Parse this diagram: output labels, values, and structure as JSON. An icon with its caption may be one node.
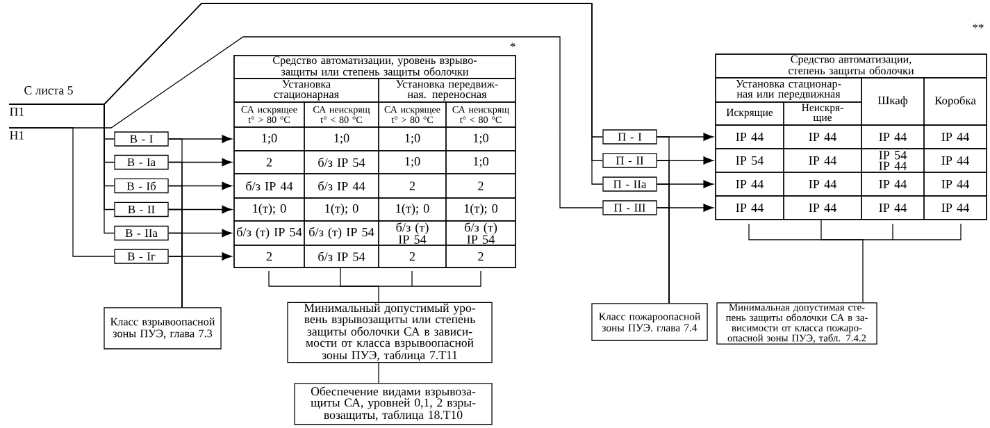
{
  "diagram": {
    "nodes": [
      {
        "text": [
          "П1"
        ]
      },
      {
        "text": [
          "Н1"
        ]
      },
      {
        "text": [
          "В - I"
        ]
      },
      {
        "text": [
          "В - Iа"
        ]
      },
      {
        "text": [
          "В - Iб"
        ]
      },
      {
        "text": [
          "В - II"
        ]
      },
      {
        "text": [
          "В - IIа"
        ]
      },
      {
        "text": [
          "В - Iг"
        ]
      },
      {
        "text": [
          "Средство автоматизации, уровень взрыво- защиты или степень защиты оболочки",
          "Установка стационарная",
          "Установка передвиж- ная. переносная",
          "СА искрящее t° > 80 °С",
          "СА неискрящ t° < 80 °С",
          "СА искрящее t° > 80 °С",
          "СА неискрящ t° < 80 °С",
          "1;0",
          "1;0",
          "1;0",
          "1;0",
          "2",
          "б/з IP 54",
          "1;0",
          "1;0",
          "б/з IP 44",
          "б/з IP 44",
          "2",
          "2",
          "1(т); 0",
          "1(т); 0",
          "1(т); 0",
          "1(т); 0",
          "б/з (т) IP 54",
          "б/з (т) IP 54",
          "б/з (т) IP 54",
          "б/з (т) IP 54",
          "2",
          "б/з IP 54",
          "2",
          "2"
        ]
      },
      {
        "text": [
          "Класс взрывоопасной зоны ПУЭ, глава 7.3"
        ]
      },
      {
        "text": [
          "Минимальный допустимый уро- вень взрывозащиты или степень защиты оболочки СА в зависи- мости от класса взрывоопасной зоны ПУЭ, таблица 7.Т11"
        ]
      },
      {
        "text": [
          "Обеспечение видами взрывоза- щиты СА, уровней 0,1, 2 взры- возащиты, таблица 18.Т10"
        ]
      },
      {
        "text": [
          "П - I"
        ]
      },
      {
        "text": [
          "П - II"
        ]
      },
      {
        "text": [
          "П - IIа"
        ]
      },
      {
        "text": [
          "П - III"
        ]
      },
      {
        "text": [
          "Средство автоматизации, степень защиты оболочки",
          "Установка стационар- ная или передвижная",
          "Шкаф",
          "Коробка",
          "Искрящие",
          "Неискря- щие",
          "IP 44",
          "IP 44",
          "IP 44",
          "IP 44",
          "IP 54",
          "IP 44",
          "IP 54 IP 44",
          "IP 44",
          "IP 44",
          "IP 44",
          "IP 44",
          "IP 44",
          "IP 44",
          "IP 44",
          "IP 44",
          "IP 44"
        ]
      },
      {
        "text": [
          "Класс пожароопасной зоны ПУЭ. глава 7.4"
        ]
      },
      {
        "text": [
          "Минимальная допустимая сте- пень защиты оболочки СА в за- висимости от класса пожаро- опасной зоны ПУЭ, табл. 7.4.2"
        ]
      }
    ],
    "edges": [
      {
        "from": 0,
        "to": 2,
        "arrow": "none"
      },
      {
        "from": 0,
        "to": 3,
        "arrow": "none"
      },
      {
        "from": 0,
        "to": 4,
        "arrow": "none"
      },
      {
        "from": 0,
        "to": 5,
        "arrow": "none"
      },
      {
        "from": 0,
        "to": 6,
        "arrow": "none"
      },
      {
        "from": 1,
        "to": 7,
        "arrow": "none"
      },
      {
        "from": 0,
        "to": 12,
        "arrow": "none"
      },
      {
        "from": 0,
        "to": 13,
        "arrow": "none"
      },
      {
        "from": 0,
        "to": 14,
        "arrow": "none"
      },
      {
        "from": 1,
        "to": 15,
        "arrow": "none"
      },
      {
        "from": 2,
        "to": 8,
        "arrow": "to"
      },
      {
        "from": 3,
        "to": 8,
        "arrow": "to"
      },
      {
        "from": 4,
        "to": 8,
        "arrow": "to"
      },
      {
        "from": 5,
        "to": 8,
        "arrow": "to"
      },
      {
        "from": 6,
        "to": 8,
        "arrow": "to"
      },
      {
        "from": 7,
        "to": 8,
        "arrow": "to"
      },
      {
        "from": 2,
        "to": 9,
        "arrow": "none"
      },
      {
        "from": 3,
        "to": 9,
        "arrow": "none"
      },
      {
        "from": 4,
        "to": 9,
        "arrow": "none"
      },
      {
        "from": 5,
        "to": 9,
        "arrow": "none"
      },
      {
        "from": 6,
        "to": 9,
        "arrow": "none"
      },
      {
        "from": 7,
        "to": 9,
        "arrow": "none"
      },
      {
        "from": 12,
        "to": 16,
        "arrow": "to"
      },
      {
        "from": 13,
        "to": 16,
        "arrow": "to"
      },
      {
        "from": 14,
        "to": 16,
        "arrow": "to"
      },
      {
        "from": 15,
        "to": 16,
        "arrow": "to"
      },
      {
        "from": 12,
        "to": 17,
        "arrow": "none"
      },
      {
        "from": 13,
        "to": 17,
        "arrow": "none"
      },
      {
        "from": 14,
        "to": 17,
        "arrow": "none"
      },
      {
        "from": 15,
        "to": 17,
        "arrow": "none"
      },
      {
        "from": 8,
        "to": 10,
        "arrow": "none"
      },
      {
        "from": 10,
        "to": 11,
        "arrow": "none"
      },
      {
        "from": 16,
        "to": 18,
        "arrow": "none"
      }
    ],
    "labels": [
      "С листа 5",
      "*",
      "**"
    ]
  }
}
